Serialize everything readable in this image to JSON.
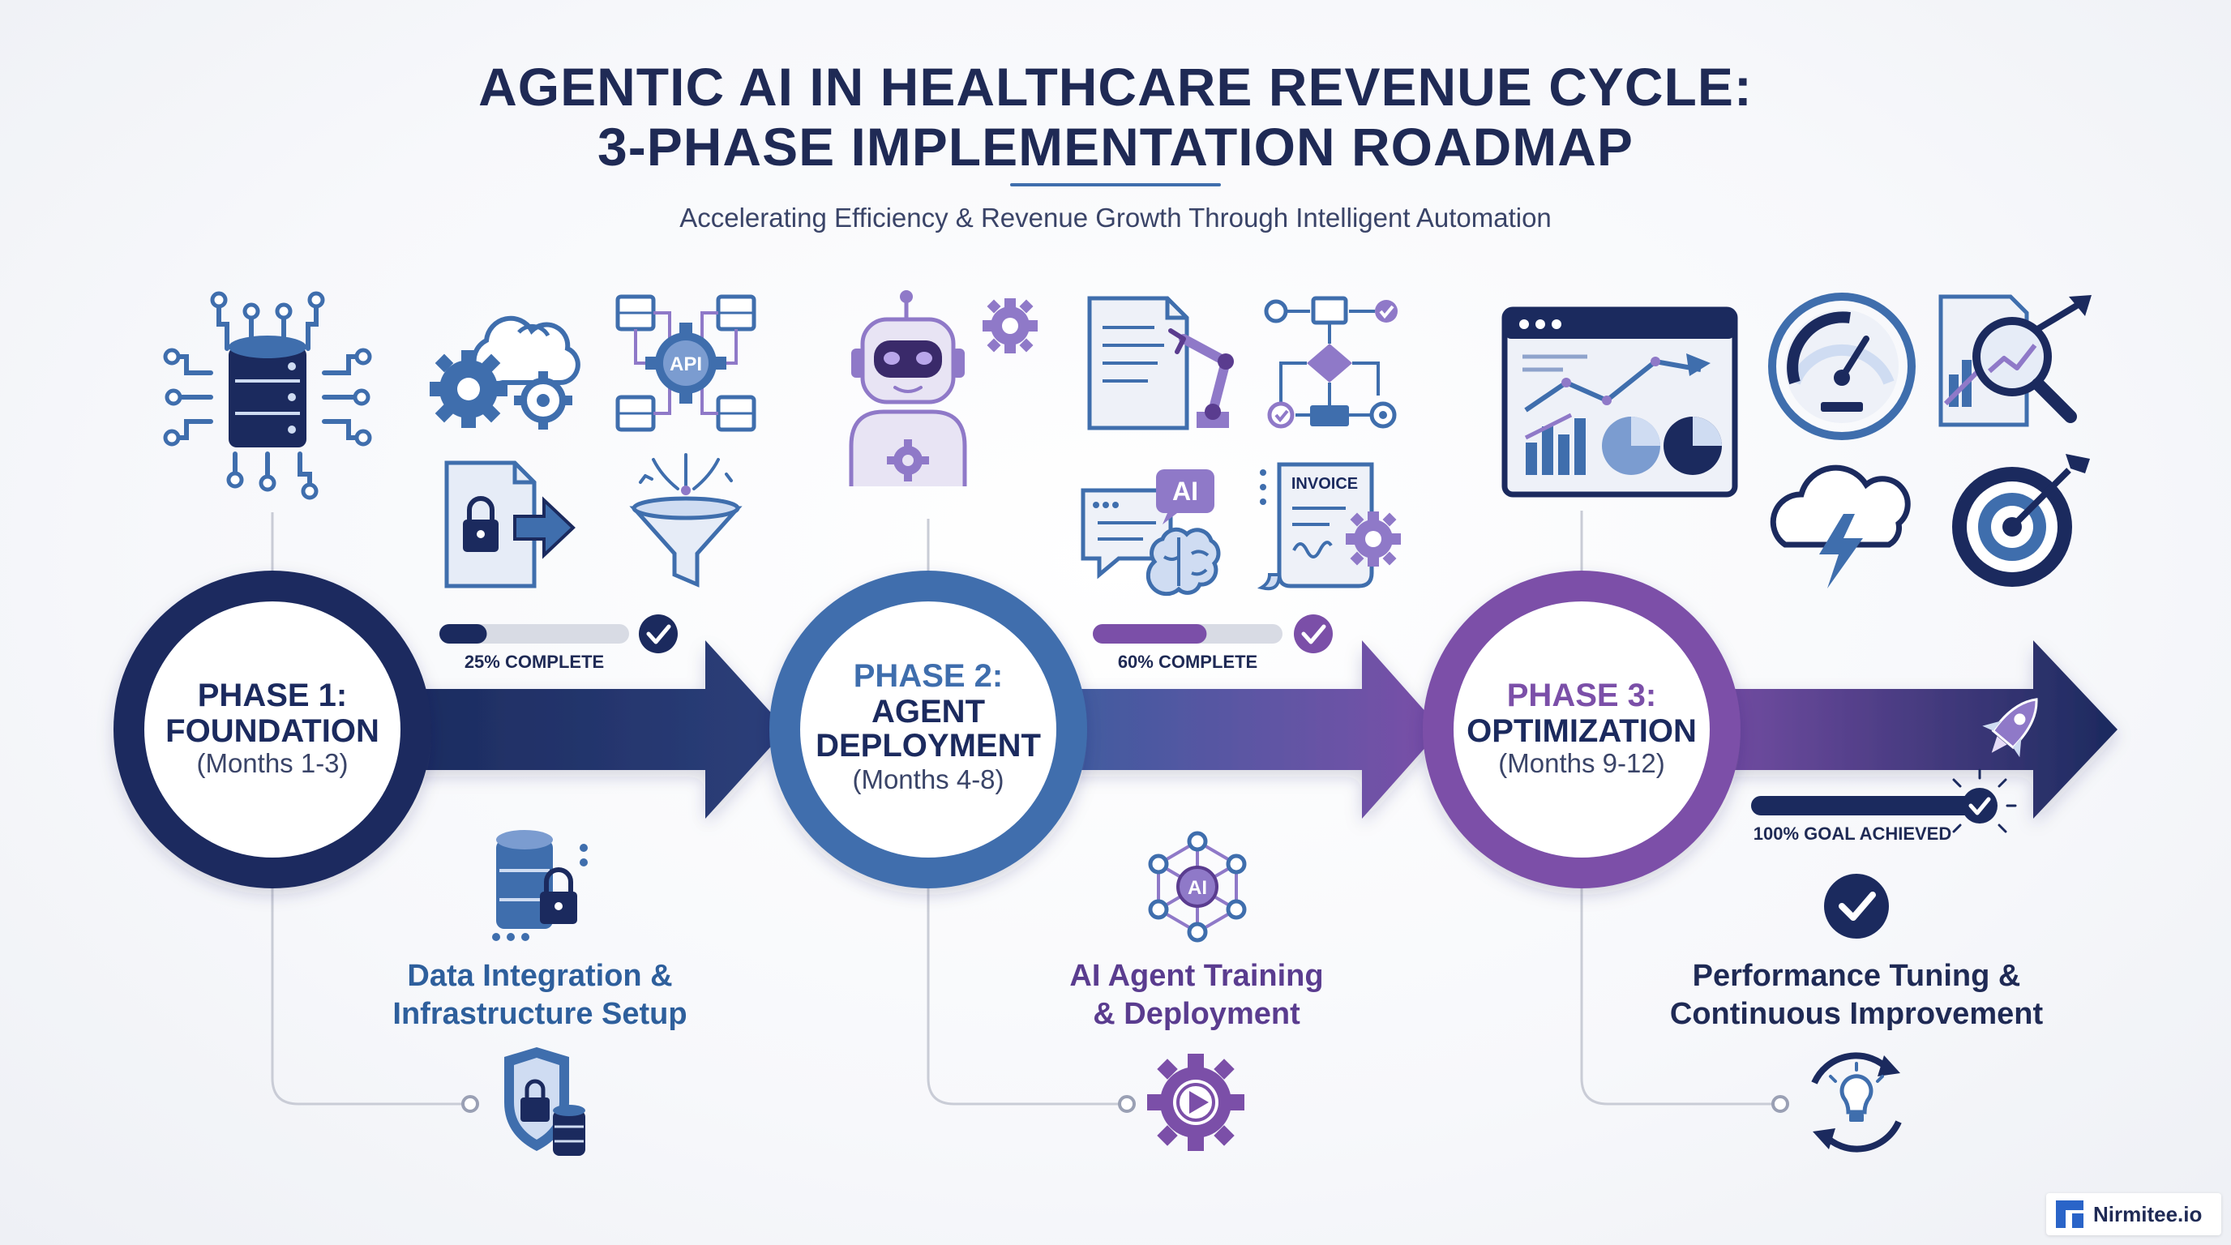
{
  "title": {
    "line1": "AGENTIC AI IN HEALTHCARE REVENUE CYCLE:",
    "line2": "3-PHASE IMPLEMENTATION ROADMAP",
    "subtitle": "Accelerating Efficiency & Revenue Growth Through Intelligent Automation"
  },
  "phases": [
    {
      "label": "PHASE 1:",
      "name": "FOUNDATION",
      "months": "(Months 1-3)",
      "progress_label": "25% COMPLETE",
      "progress": 0.25,
      "caption_line1": "Data Integration &",
      "caption_line2": "Infrastructure Setup",
      "color": "#1b2a5e",
      "caption_color": "#2e5f9c"
    },
    {
      "label": "PHASE 2:",
      "name_line1": "AGENT",
      "name_line2": "DEPLOYMENT",
      "months": "(Months 4-8)",
      "progress_label": "60% COMPLETE",
      "progress": 0.6,
      "caption_line1": "AI Agent Training",
      "caption_line2": "& Deployment",
      "color": "#3f6ead",
      "caption_color": "#5a3c8f"
    },
    {
      "label": "PHASE 3:",
      "name": "OPTIMIZATION",
      "months": "(Months 9-12)",
      "progress_label": "100% GOAL ACHIEVED",
      "progress": 1.0,
      "caption_line1": "Performance Tuning &",
      "caption_line2": "Continuous Improvement",
      "color": "#7b4fa8",
      "caption_color": "#1f2a55"
    }
  ],
  "icon_text": {
    "api": "API",
    "ai_chat": "AI",
    "invoice": "INVOICE",
    "ai_network": "AI"
  },
  "icons": [
    "database-network-icon",
    "cloud-gears-icon",
    "api-network-icon",
    "secure-document-transfer-icon",
    "data-funnel-icon",
    "robot-agent-icon",
    "document-robot-arm-icon",
    "workflow-flowchart-icon",
    "ai-chat-brain-icon",
    "invoice-automation-icon",
    "analytics-dashboard-icon",
    "speedometer-icon",
    "chart-magnifier-icon",
    "cloud-lightning-icon",
    "target-bullseye-icon",
    "rocket-icon",
    "database-lock-icon",
    "shield-database-icon",
    "ai-network-icon",
    "gear-play-icon",
    "checkmark-circle-icon",
    "lightbulb-cycle-icon"
  ],
  "colors": {
    "navy": "#1b2a5e",
    "blue": "#3f6ead",
    "purple": "#7b4fa8",
    "lavender": "#8f79c8",
    "light_blue": "#cfdcf2"
  },
  "brand": {
    "name": "Nirmitee.io"
  }
}
